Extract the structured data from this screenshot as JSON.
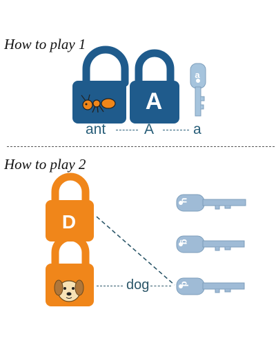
{
  "section1": {
    "heading": "How to play 1",
    "lock_picture": {
      "name": "ant",
      "icon": "ant-icon",
      "color": "#1f5b8c"
    },
    "lock_letter": {
      "letter": "A",
      "color": "#1f5b8c"
    },
    "key": {
      "letter": "a",
      "color": "#a6c4dd"
    },
    "example": {
      "word": "ant",
      "upper": "A",
      "lower": "a"
    }
  },
  "section2": {
    "heading": "How to play 2",
    "lock_letter": {
      "letter": "D",
      "color": "#f0861a"
    },
    "lock_picture": {
      "name": "dog",
      "icon": "dog-icon",
      "color": "#f0861a"
    },
    "keys": [
      {
        "letter": "u",
        "color": "#9fbbd6"
      },
      {
        "letter": "g",
        "color": "#9fbbd6"
      },
      {
        "letter": "d",
        "color": "#9fbbd6"
      }
    ],
    "example": {
      "word": "dog"
    }
  }
}
